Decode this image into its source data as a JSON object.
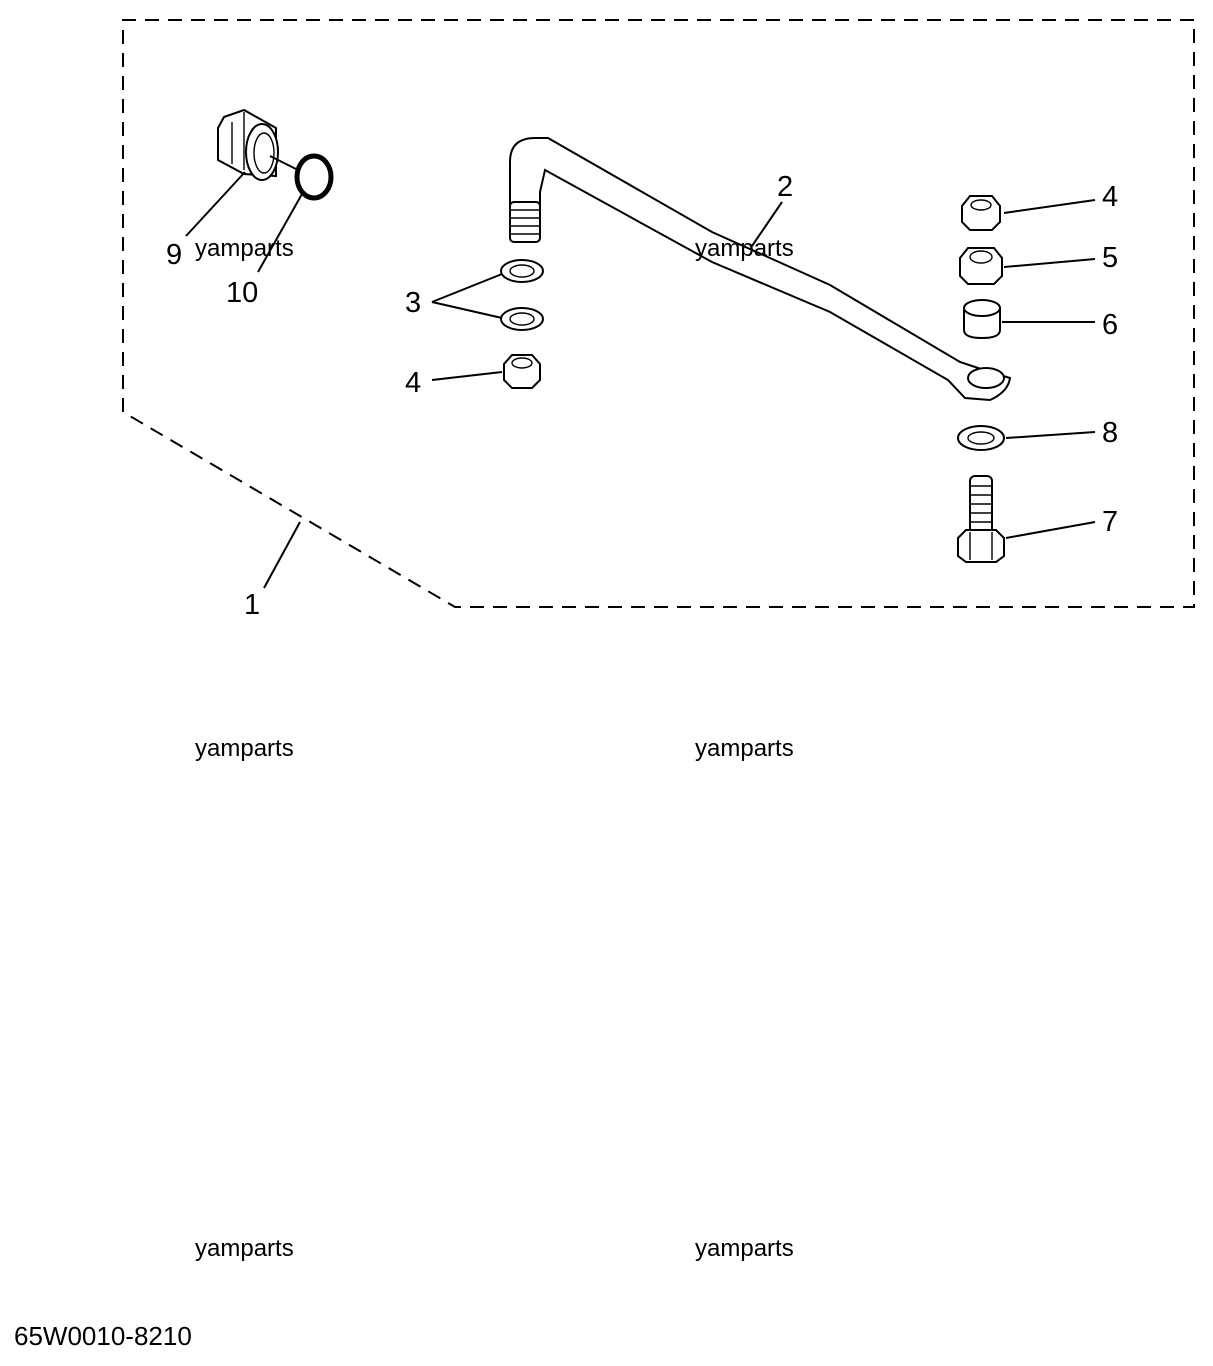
{
  "diagram": {
    "callouts": [
      "1",
      "2",
      "3",
      "4",
      "4",
      "5",
      "6",
      "7",
      "8",
      "9",
      "10"
    ],
    "watermark": "yamparts",
    "part_code": "65W0010-8210"
  }
}
